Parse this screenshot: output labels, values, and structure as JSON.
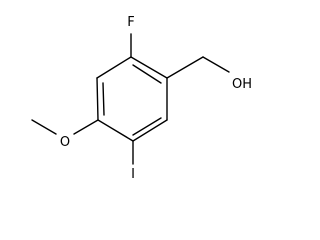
{
  "molecule": {
    "atoms": {
      "fluorine": "F",
      "hydroxyl": "OH",
      "methoxy_oxygen": "O",
      "iodine": "I"
    },
    "colors": {
      "bond": "#000000",
      "label": "#000000",
      "background": "#ffffff"
    }
  }
}
